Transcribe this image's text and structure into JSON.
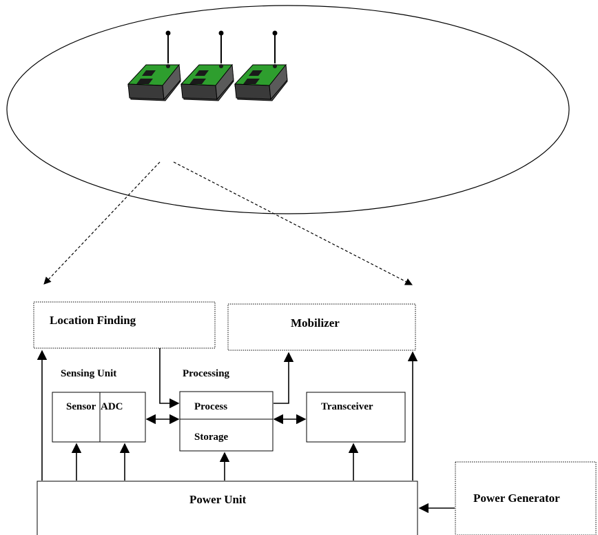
{
  "nodes": {
    "location_finding": "Location Finding",
    "mobilizer": "Mobilizer",
    "sensing_unit": "Sensing Unit",
    "processing": "Processing",
    "sensor": "Sensor",
    "adc": "ADC",
    "process": "Process",
    "storage": "Storage",
    "transceiver": "Transceiver",
    "power_unit": "Power Unit",
    "power_generator": "Power Generator"
  },
  "colors": {
    "node_board": "#2e9e2e",
    "node_body": "#555555",
    "line": "#000000"
  },
  "icons": [
    "sensor-node-icon",
    "sensor-node-icon",
    "sensor-node-icon"
  ]
}
